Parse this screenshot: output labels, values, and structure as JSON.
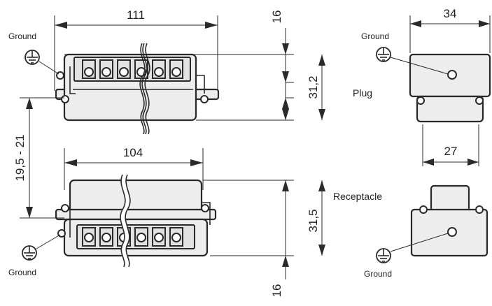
{
  "dimensions": {
    "plug_width": "111",
    "receptacle_width": "104",
    "top_margin": "16",
    "bottom_margin": "16",
    "plug_height": "31,2",
    "receptacle_height": "31,5",
    "gap": "19,5 - 21",
    "side_plug_width": "34",
    "side_receptacle_width": "27"
  },
  "labels": {
    "plug": "Plug",
    "receptacle": "Receptacle",
    "ground": "Ground"
  }
}
